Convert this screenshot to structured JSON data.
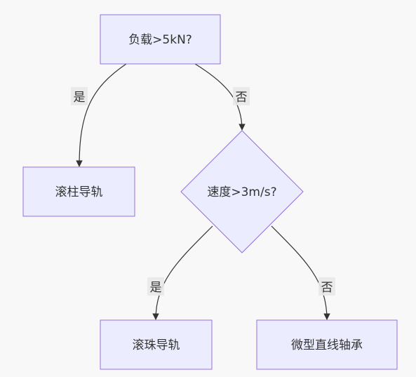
{
  "nodes": {
    "load_check": "负载>5kN?",
    "speed_check": "速度>3m/s?",
    "roller_guide": "滚柱导轨",
    "ball_guide": "滚珠导轨",
    "micro_bearing": "微型直线轴承"
  },
  "edges": {
    "load_yes": "是",
    "load_no": "否",
    "speed_yes": "是",
    "speed_no": "否"
  },
  "colors": {
    "background": "#f8f8f8",
    "node_fill": "#ececff",
    "node_stroke": "#9370db",
    "edge": "#333333",
    "label_bg": "#e8e8e8"
  }
}
